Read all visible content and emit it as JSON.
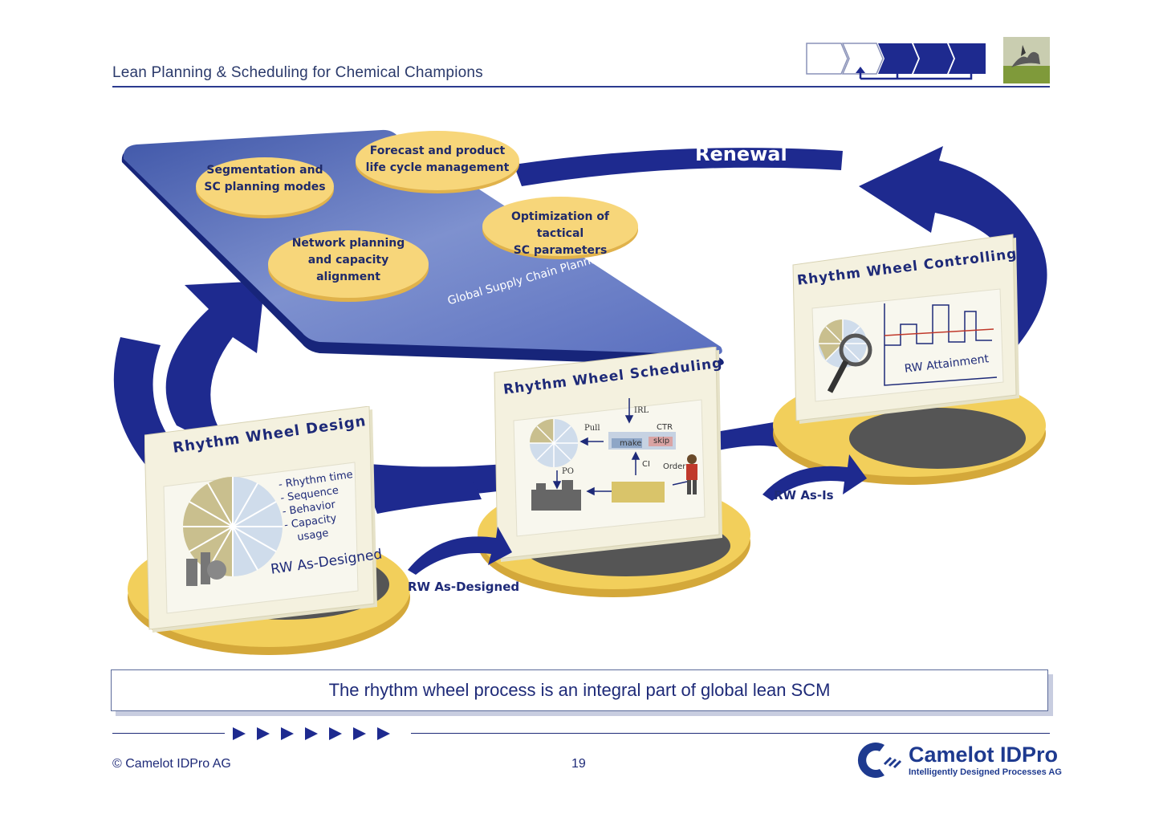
{
  "header": {
    "title": "Lean Planning & Scheduling for Chemical Champions"
  },
  "platform": {
    "renewal_label": "Renewal",
    "base_label": "Global Supply Chain Planning",
    "pills": [
      {
        "lines": [
          "Segmentation and",
          "SC planning modes"
        ]
      },
      {
        "lines": [
          "Forecast and product",
          "life cycle management"
        ]
      },
      {
        "lines": [
          "Optimization of tactical",
          "SC parameters"
        ]
      },
      {
        "lines": [
          "Network planning",
          "and capacity",
          "alignment"
        ]
      }
    ]
  },
  "cards": {
    "design": {
      "title": "Rhythm Wheel Design",
      "bullets": [
        "- Rhythm  time",
        "- Sequence",
        "- Behavior",
        "- Capacity",
        "usage"
      ],
      "caption": "RW  As-Designed"
    },
    "scheduling": {
      "title": "Rhythm Wheel Scheduling",
      "labels": {
        "irl": "IRL",
        "pull": "Pull",
        "ctr": "CTR",
        "make": "make",
        "skip": "skip",
        "ci": "CI",
        "order": "Order",
        "po": "PO"
      }
    },
    "controlling": {
      "title": "Rhythm Wheel Controlling",
      "caption": "RW  Attainment"
    }
  },
  "flow_labels": {
    "as_designed": "RW As-Designed",
    "as_is": "RW As-Is"
  },
  "message": "The rhythm wheel process is an integral part of global lean SCM",
  "footer": {
    "copyright": "© Camelot IDPro AG",
    "page": "19",
    "logo_name": "Camelot IDPro",
    "logo_tagline": "Intelligently Designed Processes AG"
  },
  "colors": {
    "navy": "#1e2a8f",
    "platform": "#5b6fb8",
    "pill": "#f7d67a",
    "disc": "#f2cf5b",
    "card": "#f4f1df"
  }
}
